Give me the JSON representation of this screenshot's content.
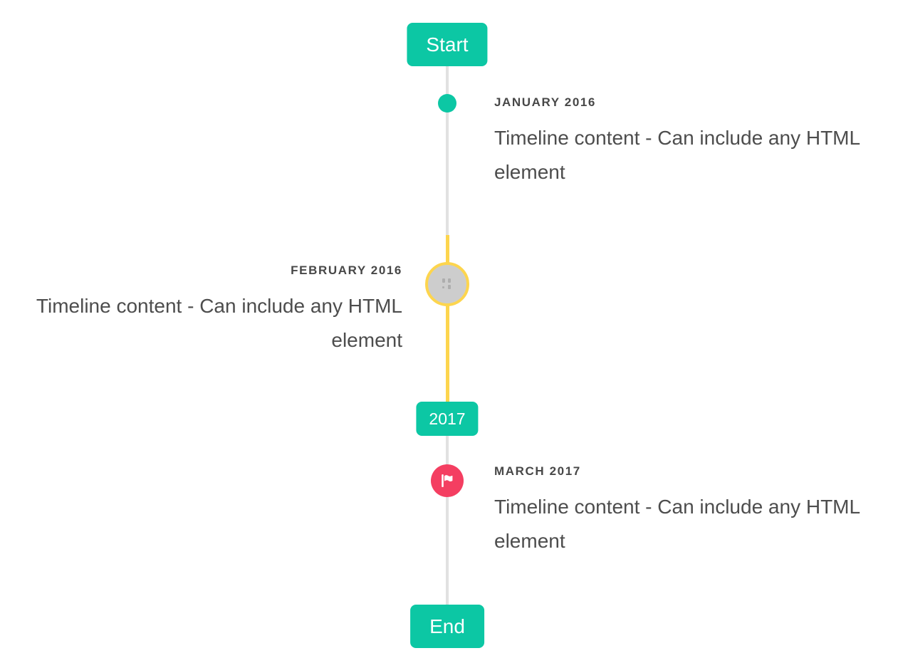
{
  "colors": {
    "accent": "#0cc7a4",
    "highlight": "#fdd54e",
    "danger": "#f43e61",
    "line_gray": "#e1e1e1",
    "marker_gray": "#cdcdcd",
    "title_gray": "#474747",
    "body_gray": "#4d4d4d"
  },
  "timeline": {
    "start_label": "Start",
    "end_label": "End",
    "year_badge": "2017",
    "items": [
      {
        "title": "JANUARY 2016",
        "content": "Timeline content - Can include any HTML element",
        "side": "right",
        "marker": "dot-icon"
      },
      {
        "title": "FEBRUARY 2016",
        "content": "Timeline content - Can include any HTML element",
        "side": "left",
        "marker": "broken-image-icon",
        "selected": true
      },
      {
        "title": "MARCH 2017",
        "content": "Timeline content - Can include any HTML element",
        "side": "right",
        "marker": "flag-icon"
      }
    ]
  }
}
